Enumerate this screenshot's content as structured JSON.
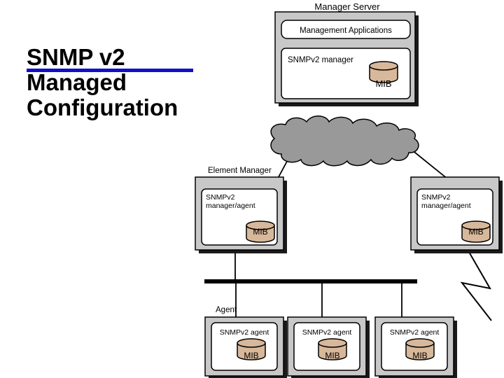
{
  "slide": {
    "title_lines": [
      "SNMP v2",
      "Managed",
      "Configuration"
    ]
  },
  "manager_server": {
    "label": "Manager Server",
    "apps_label": "Management Applications",
    "manager_label": "SNMPv2 manager",
    "mib_label": "MIB"
  },
  "element_manager": {
    "label": "Element Manager",
    "role_lines": [
      "SNMPv2",
      "manager/agent"
    ],
    "mib_label": "MIB"
  },
  "remote_manager": {
    "role_lines": [
      "SNMPv2",
      "manager/agent"
    ],
    "mib_label": "MIB"
  },
  "agent_group": {
    "label": "Agent",
    "agents": [
      {
        "label": "SNMPv2 agent",
        "mib_label": "MIB"
      },
      {
        "label": "SNMPv2 agent",
        "mib_label": "MIB"
      },
      {
        "label": "SNMPv2 agent",
        "mib_label": "MIB"
      }
    ]
  },
  "colors": {
    "box_outer": "#c8c8c8",
    "box_inner": "#ffffff",
    "shadow": "#1a1a1a",
    "cylinder": "#d8b89a",
    "cloud": "#999999",
    "underline": "#1010c8"
  }
}
